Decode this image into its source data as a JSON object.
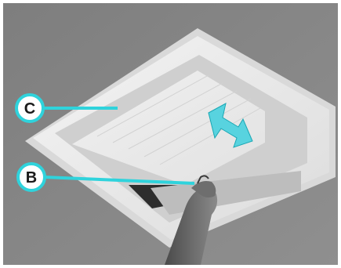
{
  "image": {
    "subject": "ceiling-vent-photo",
    "callouts": [
      {
        "id": "C",
        "label": "C"
      },
      {
        "id": "B",
        "label": "B"
      }
    ]
  },
  "colors": {
    "ceiling": "#8a8a8a",
    "vent": "#e6e6e6",
    "callout": "#2fd3dc",
    "arrow": "#4fd1de"
  }
}
